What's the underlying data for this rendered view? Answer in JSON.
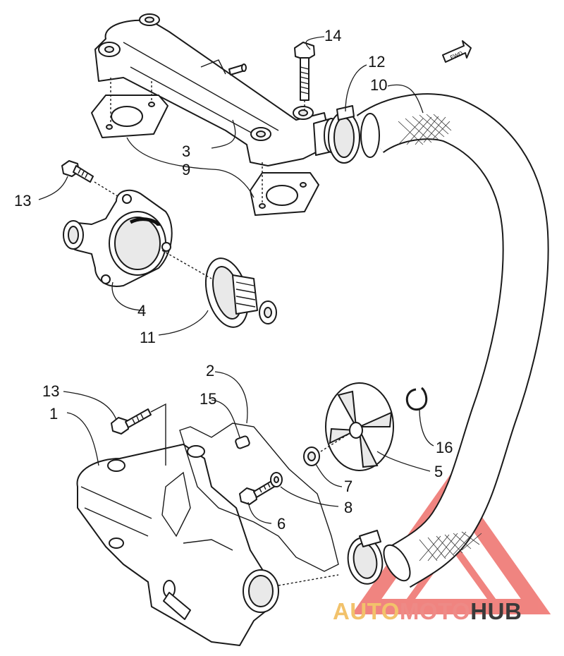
{
  "callouts": {
    "c1": "1",
    "c2": "2",
    "c3": "3",
    "c4": "4",
    "c5": "5",
    "c6": "6",
    "c7": "7",
    "c8": "8",
    "c9": "9",
    "c10": "10",
    "c11": "11",
    "c12": "12",
    "c13a": "13",
    "c13b": "13",
    "c14": "14",
    "c15": "15",
    "c16": "16"
  },
  "direction_label": "FWD",
  "watermark": {
    "auto": "AUTO",
    "moto": "MOTO",
    "hub": "HUB",
    "colors": {
      "auto": "#f2c26b",
      "moto": "#ee8a86",
      "hub": "#3a3a3a",
      "logo": "#ee6f6a"
    }
  }
}
